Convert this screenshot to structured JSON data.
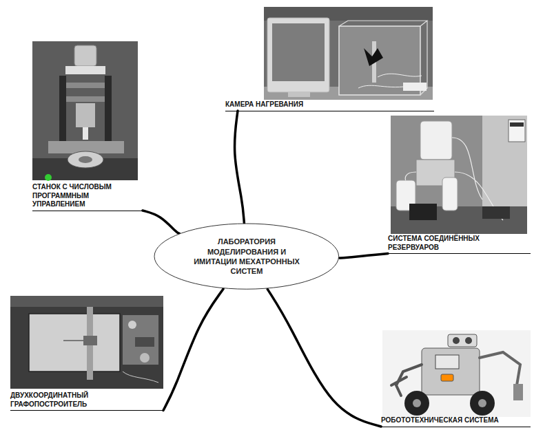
{
  "diagram": {
    "nodes": [
      {
        "text": [
          "ЛАБОРАТОРИЯ МОДЕЛИРОВАНИЯ И ИМИТАЦИИ МЕХАТРОННЫХ СИСТЕМ"
        ]
      },
      {
        "text": [
          "КАМЕРА НАГРЕВАНИЯ"
        ]
      },
      {
        "text": [
          "СТАНОК С ЧИСЛОВЫМ ПРОГРАММНЫМ УПРАВЛЕНИЕМ"
        ]
      },
      {
        "text": [
          "СИСТЕМА СОЕДИНЁННЫХ РЕЗЕРВУАРОВ"
        ]
      },
      {
        "text": [
          "ДВУХКООРДИНАТНЫЙ ГРАФОПОСТРОИТЕЛЬ"
        ]
      },
      {
        "text": [
          "РОБОТОТЕХНИЧЕСКАЯ СИСТЕМА"
        ]
      }
    ],
    "edges": [
      {
        "from": 0,
        "to": 1,
        "arrow": "none"
      },
      {
        "from": 0,
        "to": 2,
        "arrow": "none"
      },
      {
        "from": 0,
        "to": 3,
        "arrow": "none"
      },
      {
        "from": 0,
        "to": 4,
        "arrow": "none"
      },
      {
        "from": 0,
        "to": 5,
        "arrow": "none"
      }
    ]
  }
}
